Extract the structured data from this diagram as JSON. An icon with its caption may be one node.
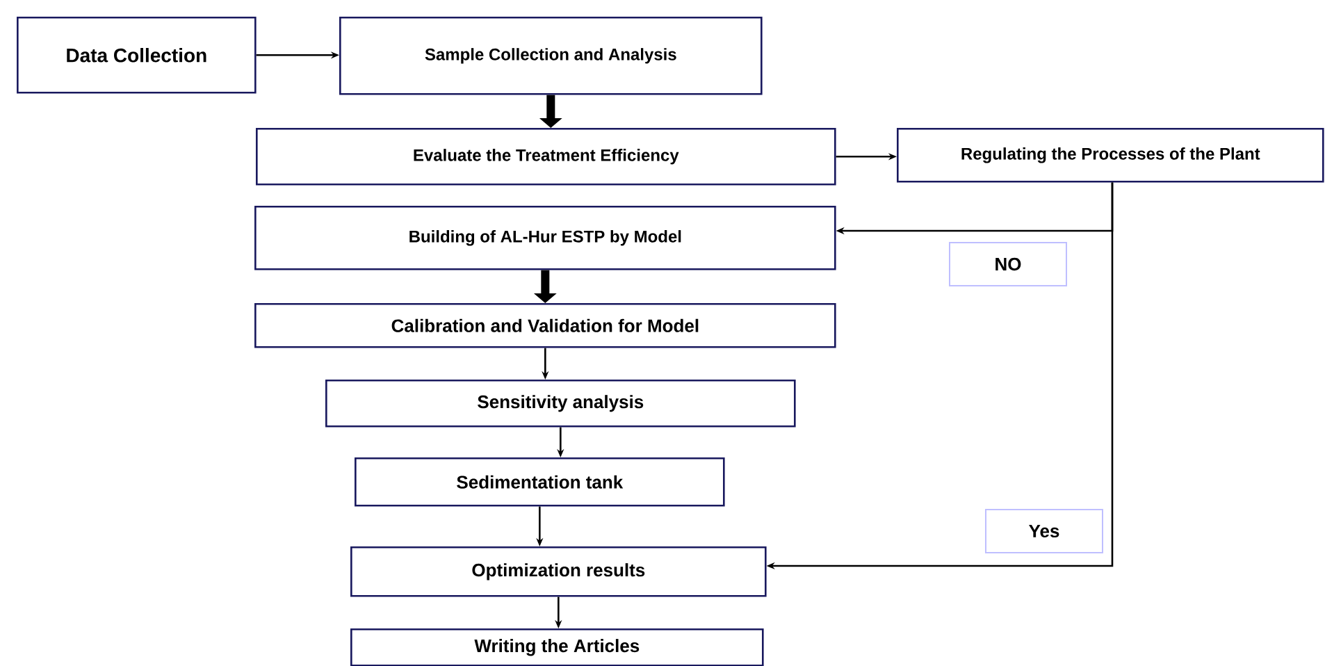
{
  "diagram": {
    "nodes": [
      {
        "text": [
          "Data Collection"
        ]
      },
      {
        "text": [
          "Sample Collection and Analysis"
        ]
      },
      {
        "text": [
          "Evaluate the Treatment Efficiency"
        ]
      },
      {
        "text": [
          "Regulating the Processes of the Plant"
        ]
      },
      {
        "text": [
          "Building of AL-Hur ESTP by Model"
        ]
      },
      {
        "text": [
          "Calibration and Validation for Model"
        ]
      },
      {
        "text": [
          "Sensitivity analysis"
        ]
      },
      {
        "text": [
          "Sedimentation tank"
        ]
      },
      {
        "text": [
          "Optimization results"
        ]
      },
      {
        "text": [
          "Writing the Articles"
        ]
      }
    ],
    "edges": [
      {
        "from": 0,
        "to": 1,
        "arrow": "to"
      },
      {
        "from": 1,
        "to": 2,
        "arrow": "to",
        "style": "thick"
      },
      {
        "from": 2,
        "to": 3,
        "arrow": "to"
      },
      {
        "from": 3,
        "to": 4,
        "arrow": "to",
        "label": "NO"
      },
      {
        "from": 4,
        "to": 5,
        "arrow": "to",
        "style": "thick"
      },
      {
        "from": 5,
        "to": 6,
        "arrow": "to"
      },
      {
        "from": 6,
        "to": 7,
        "arrow": "to"
      },
      {
        "from": 7,
        "to": 8,
        "arrow": "to"
      },
      {
        "from": 3,
        "to": 8,
        "arrow": "to",
        "label": "Yes"
      },
      {
        "from": 8,
        "to": 9,
        "arrow": "to"
      }
    ]
  }
}
